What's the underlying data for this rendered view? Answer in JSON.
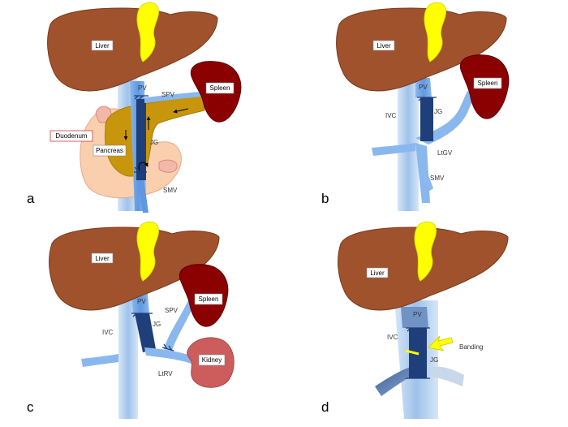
{
  "panels": {
    "a": {
      "letter": "a",
      "labels": {
        "liver": "Liver",
        "spleen": "Spleen",
        "pv": "PV",
        "spv": "SPV",
        "duodenum": "Duodenum",
        "pancreas": "Pancreas",
        "jg": "JG",
        "smv": "SMV"
      }
    },
    "b": {
      "letter": "b",
      "labels": {
        "liver": "Liver",
        "spleen": "Spleen",
        "pv": "PV",
        "ivc": "IVC",
        "jg": "JG",
        "ltgv": "LtGV",
        "smv": "SMV"
      }
    },
    "c": {
      "letter": "c",
      "labels": {
        "liver": "Liver",
        "spleen": "Spleen",
        "pv": "PV",
        "spv": "SPV",
        "ivc": "IVC",
        "jg": "JG",
        "ltrv": "LtRV",
        "kidney": "Kidney"
      }
    },
    "d": {
      "letter": "d",
      "labels": {
        "liver": "Liver",
        "pv": "PV",
        "ivc": "IVC",
        "banding": "Banding",
        "jg": "JG"
      }
    }
  },
  "colors": {
    "liver": "#a0522d",
    "gallbladder": "#ffff00",
    "spleen": "#8b0000",
    "pancreas": "#c8960c",
    "duodenum": "#f9cfae",
    "vein": "#6fa6e6",
    "graft": "#1f3f7a",
    "kidney": "#cd5c5c",
    "ivc": "#b5d0ee"
  }
}
